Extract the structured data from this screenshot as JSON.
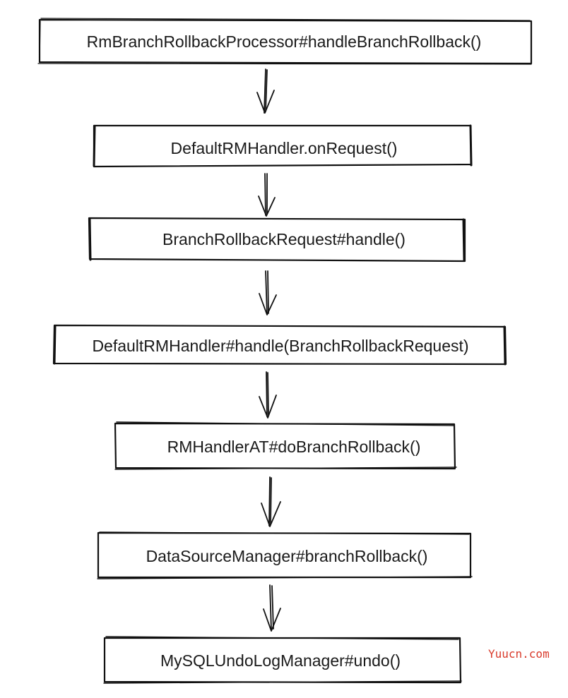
{
  "steps": [
    {
      "label": "RmBranchRollbackProcessor#handleBranchRollback()"
    },
    {
      "label": "DefaultRMHandler.onRequest()"
    },
    {
      "label": "BranchRollbackRequest#handle()"
    },
    {
      "label": "DefaultRMHandler#handle(BranchRollbackRequest)"
    },
    {
      "label": "RMHandlerAT#doBranchRollback()"
    },
    {
      "label": "DataSourceManager#branchRollback()"
    },
    {
      "label": "MySQLUndoLogManager#undo()"
    }
  ],
  "watermark": "Yuucn.com",
  "colors": {
    "stroke": "#111111",
    "text": "#1a1a1a",
    "watermark": "#d93a2b"
  }
}
